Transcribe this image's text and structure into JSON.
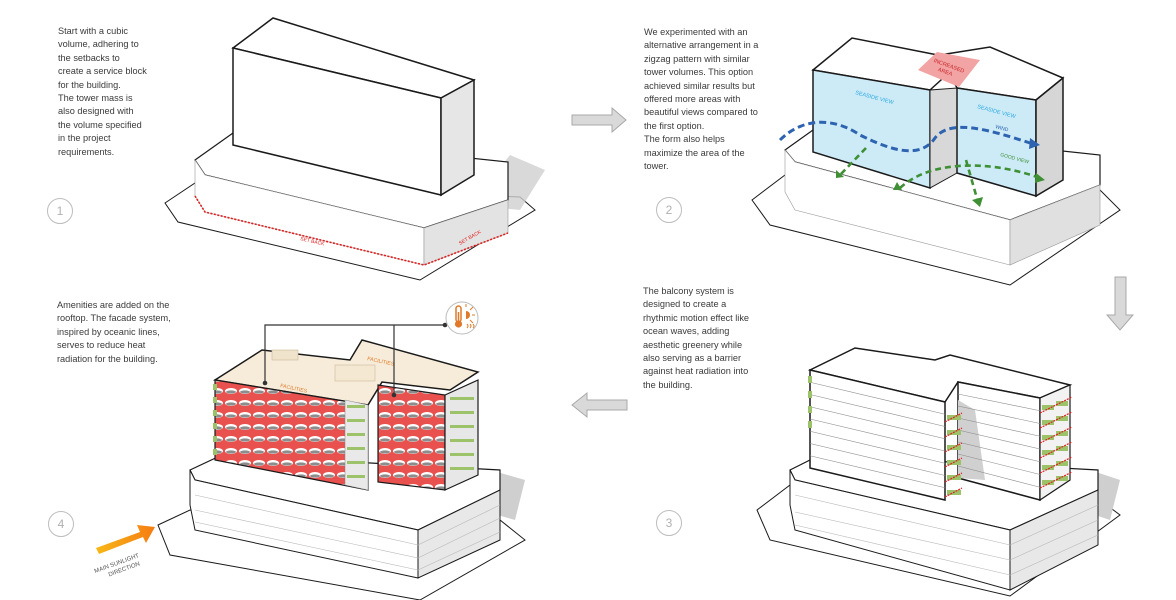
{
  "panels": [
    {
      "step": "1",
      "description": "Start with a cubic\nvolume, adhering to\nthe setbacks to\ncreate a service block\nfor the building.\nThe tower mass is\nalso designed with\nthe volume specified\nin the project\nrequirements.",
      "labels": {
        "setback_front": "SET BACK",
        "setback_side": "SET BACK"
      }
    },
    {
      "step": "2",
      "description": "We experimented with an\nalternative arrangement in a\nzigzag pattern with similar\ntower volumes. This option\nachieved similar results but\noffered more areas with\nbeautiful views compared to\nthe first option.\nThe form also helps\nmaximize the area of the\ntower.",
      "labels": {
        "increased_area": "INCREASED\nAREA",
        "increased_area_1": "INCREASED",
        "increased_area_2": "AREA",
        "seaside_view_left": "SEASIDE VIEW",
        "seaside_view_right": "SEASIDE VIEW",
        "wind": "WIND",
        "good_view": "GOOD VIEW"
      }
    },
    {
      "step": "3",
      "description": "The balcony system is\ndesigned to create a\nrhythmic motion effect like\nocean waves, adding\naesthetic greenery while\nalso serving as a barrier\nagainst heat radiation into\nthe building."
    },
    {
      "step": "4",
      "description": "Amenities are added on the\nrooftop. The facade system,\ninspired by oceanic lines,\nserves to reduce heat\nradiation for the building.",
      "labels": {
        "facilities_left": "FACILITIES",
        "facilities_right": "FACILITIES",
        "sunlight_1": "MAIN SUNLIGHT",
        "sunlight_2": "DIRECTION"
      },
      "icon": "thermometer-sun-icon"
    }
  ],
  "flow_arrows": [
    "right",
    "down",
    "left"
  ],
  "colors": {
    "outline": "#1a1a1a",
    "setback": "#e0201f",
    "seaside": "#cdebf7",
    "seaside_text": "#2aa7e0",
    "wind": "#2d63b0",
    "good_view": "#3f8f35",
    "increased_area": "#f2a3a3",
    "increased_text": "#c8262a",
    "facade_red": "#e8514e",
    "roof": "#f7ecd9",
    "facilities_text": "#e07a2a",
    "green": "#9cc36a",
    "sun_arrow": "#f59a14",
    "flow_arrow": "#d9d9d9"
  }
}
